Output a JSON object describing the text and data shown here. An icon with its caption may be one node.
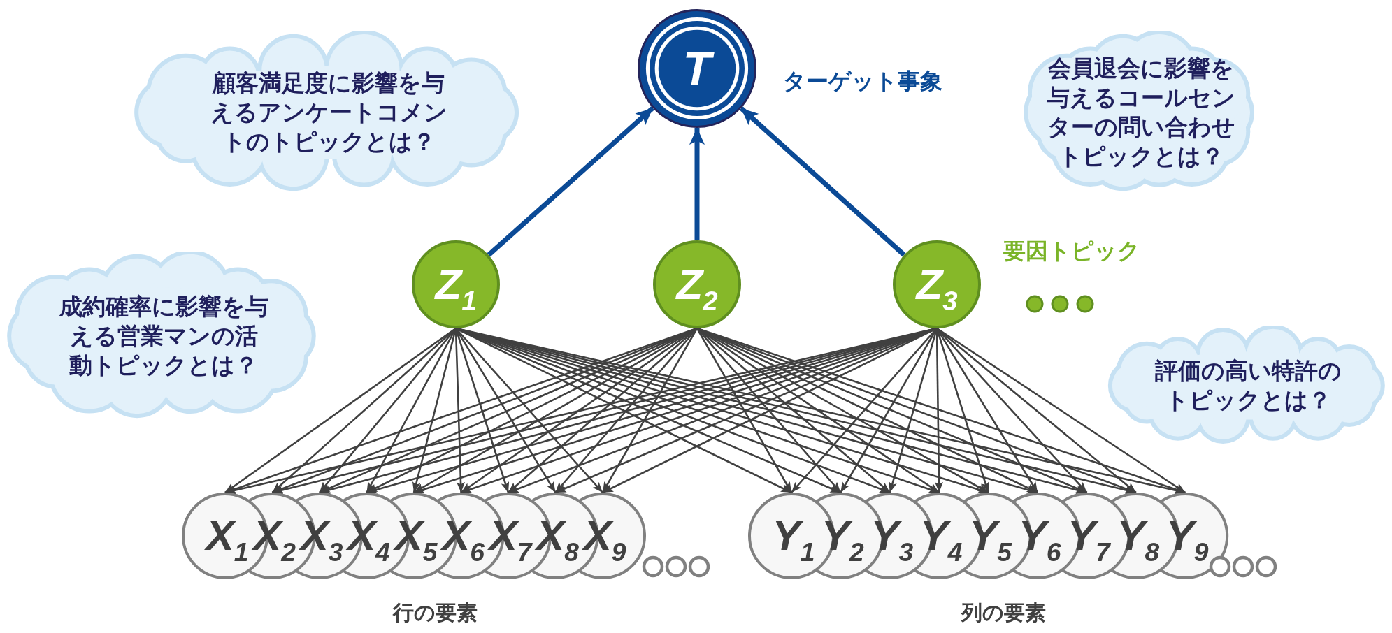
{
  "diagram": {
    "nodes": [
      {
        "text": [
          "顧客満足度に影響を与えるアンケートコメントのトピックとは？"
        ]
      },
      {
        "text": [
          "T"
        ],
        "beside": [
          "ターゲット事象"
        ]
      },
      {
        "text": [
          "会員退会に影響を与えるコールセンターの問い合わせトピックとは？"
        ]
      },
      {
        "text": [
          "Z$_{1}$"
        ]
      },
      {
        "text": [
          "Z$_{2}$"
        ]
      },
      {
        "text": [
          "Z$_{3}$"
        ]
      },
      {
        "text": [
          "成約確率に影響を与える営業マンの活動トピックとは？"
        ]
      },
      {
        "text": [
          "評価の高い特許のトピックとは？"
        ]
      },
      {
        "text": [
          "X$_{1}$"
        ]
      },
      {
        "text": [
          "X$_{2}$"
        ]
      },
      {
        "text": [
          "X$_{3}$"
        ]
      },
      {
        "text": [
          "X$_{4}$"
        ]
      },
      {
        "text": [
          "X$_{5}$"
        ]
      },
      {
        "text": [
          "X$_{6}$"
        ]
      },
      {
        "text": [
          "X$_{7}$"
        ]
      },
      {
        "text": [
          "X$_{8}$"
        ]
      },
      {
        "text": [
          "X$_{9}$"
        ]
      },
      {
        "text": [
          "Y$_{1}$"
        ]
      },
      {
        "text": [
          "Y$_{2}$"
        ]
      },
      {
        "text": [
          "Y$_{3}$"
        ]
      },
      {
        "text": [
          "Y$_{4}$"
        ]
      },
      {
        "text": [
          "Y$_{5}$"
        ]
      },
      {
        "text": [
          "Y$_{6}$"
        ]
      },
      {
        "text": [
          "Y$_{7}$"
        ]
      },
      {
        "text": [
          "Y$_{8}$"
        ]
      },
      {
        "text": [
          "Y$_{9}$"
        ]
      }
    ],
    "edges": [
      {
        "from": 3,
        "to": 1,
        "arrow": "to",
        "style": "thick",
        "color": "#0b4a96"
      },
      {
        "from": 4,
        "to": 1,
        "arrow": "to",
        "style": "thick",
        "color": "#0b4a96"
      },
      {
        "from": 5,
        "to": 1,
        "arrow": "to",
        "style": "thick",
        "color": "#0b4a96"
      },
      {
        "from": 3,
        "to": 8,
        "arrow": "to"
      },
      {
        "from": 3,
        "to": 9,
        "arrow": "to"
      },
      {
        "from": 3,
        "to": 10,
        "arrow": "to"
      },
      {
        "from": 3,
        "to": 11,
        "arrow": "to"
      },
      {
        "from": 3,
        "to": 12,
        "arrow": "to"
      },
      {
        "from": 3,
        "to": 13,
        "arrow": "to"
      },
      {
        "from": 3,
        "to": 14,
        "arrow": "to"
      },
      {
        "from": 3,
        "to": 15,
        "arrow": "to"
      },
      {
        "from": 3,
        "to": 16,
        "arrow": "to"
      },
      {
        "from": 3,
        "to": 17,
        "arrow": "to"
      },
      {
        "from": 3,
        "to": 18,
        "arrow": "to"
      },
      {
        "from": 3,
        "to": 19,
        "arrow": "to"
      },
      {
        "from": 3,
        "to": 20,
        "arrow": "to"
      },
      {
        "from": 3,
        "to": 21,
        "arrow": "to"
      },
      {
        "from": 3,
        "to": 22,
        "arrow": "to"
      },
      {
        "from": 3,
        "to": 23,
        "arrow": "to"
      },
      {
        "from": 3,
        "to": 24,
        "arrow": "to"
      },
      {
        "from": 3,
        "to": 25,
        "arrow": "to"
      },
      {
        "from": 4,
        "to": 8,
        "arrow": "to"
      },
      {
        "from": 4,
        "to": 9,
        "arrow": "to"
      },
      {
        "from": 4,
        "to": 10,
        "arrow": "to"
      },
      {
        "from": 4,
        "to": 11,
        "arrow": "to"
      },
      {
        "from": 4,
        "to": 12,
        "arrow": "to"
      },
      {
        "from": 4,
        "to": 13,
        "arrow": "to"
      },
      {
        "from": 4,
        "to": 14,
        "arrow": "to"
      },
      {
        "from": 4,
        "to": 15,
        "arrow": "to"
      },
      {
        "from": 4,
        "to": 16,
        "arrow": "to"
      },
      {
        "from": 4,
        "to": 17,
        "arrow": "to"
      },
      {
        "from": 4,
        "to": 18,
        "arrow": "to"
      },
      {
        "from": 4,
        "to": 19,
        "arrow": "to"
      },
      {
        "from": 4,
        "to": 20,
        "arrow": "to"
      },
      {
        "from": 4,
        "to": 21,
        "arrow": "to"
      },
      {
        "from": 4,
        "to": 22,
        "arrow": "to"
      },
      {
        "from": 4,
        "to": 23,
        "arrow": "to"
      },
      {
        "from": 4,
        "to": 24,
        "arrow": "to"
      },
      {
        "from": 4,
        "to": 25,
        "arrow": "to"
      },
      {
        "from": 5,
        "to": 8,
        "arrow": "to"
      },
      {
        "from": 5,
        "to": 9,
        "arrow": "to"
      },
      {
        "from": 5,
        "to": 10,
        "arrow": "to"
      },
      {
        "from": 5,
        "to": 11,
        "arrow": "to"
      },
      {
        "from": 5,
        "to": 12,
        "arrow": "to"
      },
      {
        "from": 5,
        "to": 13,
        "arrow": "to"
      },
      {
        "from": 5,
        "to": 14,
        "arrow": "to"
      },
      {
        "from": 5,
        "to": 15,
        "arrow": "to"
      },
      {
        "from": 5,
        "to": 16,
        "arrow": "to"
      },
      {
        "from": 5,
        "to": 17,
        "arrow": "to"
      },
      {
        "from": 5,
        "to": 18,
        "arrow": "to"
      },
      {
        "from": 5,
        "to": 19,
        "arrow": "to"
      },
      {
        "from": 5,
        "to": 20,
        "arrow": "to"
      },
      {
        "from": 5,
        "to": 21,
        "arrow": "to"
      },
      {
        "from": 5,
        "to": 22,
        "arrow": "to"
      },
      {
        "from": 5,
        "to": 23,
        "arrow": "to"
      },
      {
        "from": 5,
        "to": 24,
        "arrow": "to"
      },
      {
        "from": 5,
        "to": 25,
        "arrow": "to"
      }
    ],
    "labels": [
      "要因トピック",
      "行の要素",
      "列の要素"
    ]
  }
}
